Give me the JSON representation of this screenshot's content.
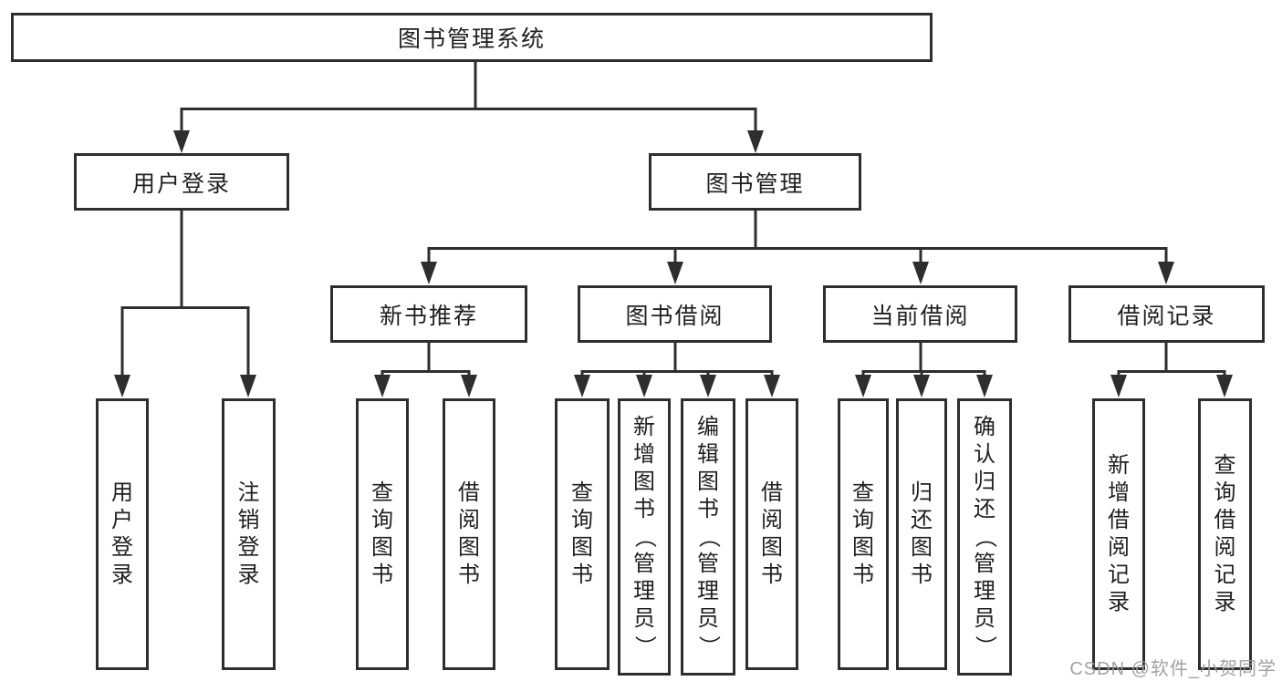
{
  "style": {
    "line": "#2e2e2e",
    "text": "#1f1f1f",
    "background": "#ffffff",
    "watermark": "#9b9b9b"
  },
  "watermark": {
    "text": "CSDN @软件_小贺同学"
  },
  "tree": {
    "root": {
      "label": "图书管理系统",
      "children": [
        {
          "label": "用户登录",
          "children": [
            {
              "label": "用户登录"
            },
            {
              "label": "注销登录"
            }
          ]
        },
        {
          "label": "图书管理",
          "children": [
            {
              "label": "新书推荐",
              "children": [
                {
                  "label": "查询图书"
                },
                {
                  "label": "借阅图书"
                }
              ]
            },
            {
              "label": "图书借阅",
              "children": [
                {
                  "label": "查询图书"
                },
                {
                  "label": "新增图书（管理员）"
                },
                {
                  "label": "编辑图书（管理员）"
                },
                {
                  "label": "借阅图书"
                }
              ]
            },
            {
              "label": "当前借阅",
              "children": [
                {
                  "label": "查询图书"
                },
                {
                  "label": "归还图书"
                },
                {
                  "label": "确认归还（管理员）"
                }
              ]
            },
            {
              "label": "借阅记录",
              "children": [
                {
                  "label": "新增借阅记录"
                },
                {
                  "label": "查询借阅记录"
                }
              ]
            }
          ]
        }
      ]
    }
  }
}
